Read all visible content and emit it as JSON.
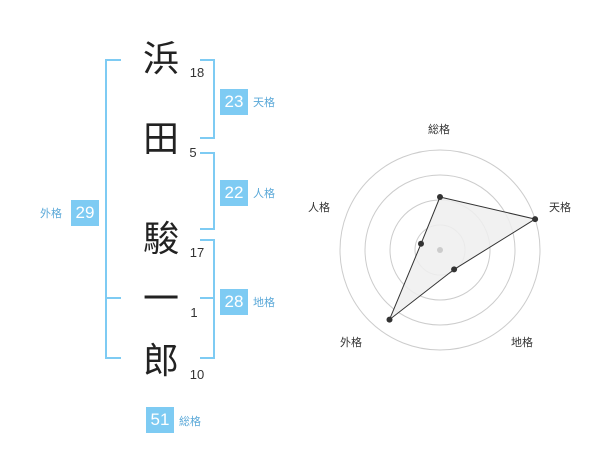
{
  "name": {
    "chars": [
      {
        "char": "浜",
        "strokes": "18"
      },
      {
        "char": "田",
        "strokes": "5"
      },
      {
        "char": "駿",
        "strokes": "17"
      },
      {
        "char": "一",
        "strokes": "1"
      },
      {
        "char": "郎",
        "strokes": "10"
      }
    ]
  },
  "kaku": {
    "tenkaku": {
      "label": "天格",
      "value": "23"
    },
    "jinkaku": {
      "label": "人格",
      "value": "22"
    },
    "chikaku": {
      "label": "地格",
      "value": "28"
    },
    "gaikaku": {
      "label": "外格",
      "value": "29"
    },
    "soukaku": {
      "label": "総格",
      "value": "51"
    }
  },
  "colors": {
    "accent": "#7ecbf3",
    "accent_text": "#5aa8d8",
    "kanji": "#222222",
    "radar_fill": "#eeeeee",
    "radar_ring": "#cccccc"
  },
  "chart_data": {
    "type": "radar",
    "axes": [
      "総格",
      "天格",
      "地格",
      "外格",
      "人格"
    ],
    "values": [
      0.53,
      1.0,
      0.24,
      0.86,
      0.2
    ],
    "rings": 4
  }
}
